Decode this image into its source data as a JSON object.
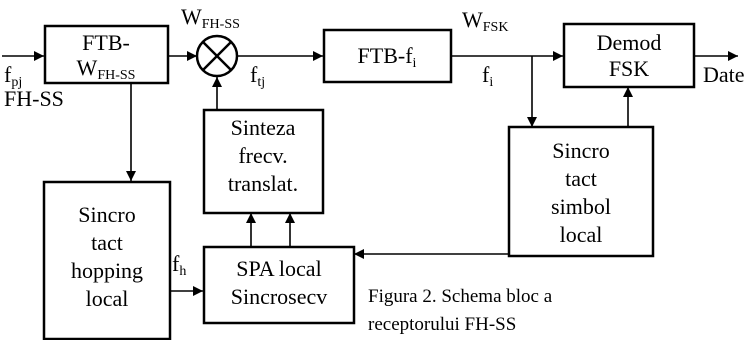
{
  "blocks": {
    "ftb_wfh": {
      "line1": "FTB-",
      "line2_main": "W",
      "line2_sub": "FH-SS"
    },
    "ftb_fi": {
      "main": "FTB-f",
      "sub": "i"
    },
    "demod": {
      "line1": "Demod",
      "line2": "FSK"
    },
    "sinteza": {
      "line1": "Sinteza",
      "line2": "frecv.",
      "line3": "translat."
    },
    "sincro_hopping": {
      "line1": "Sincro",
      "line2": "tact",
      "line3": "hopping",
      "line4": "local"
    },
    "spa": {
      "line1": "SPA local",
      "line2": "Sincrosecv"
    },
    "sincro_simbol": {
      "line1": "Sincro",
      "line2": "tact",
      "line3": "simbol",
      "line4": "local"
    }
  },
  "signals": {
    "fpj": {
      "main": "f",
      "sub": "pj"
    },
    "fh_ss": "FH-SS",
    "w_fhss_mixer": {
      "main": "W",
      "sub": "FH-SS"
    },
    "ftj": {
      "main": "f",
      "sub": "tj"
    },
    "w_fsk": {
      "main": "W",
      "sub": "FSK"
    },
    "fi": {
      "main": "f",
      "sub": "i"
    },
    "fh": {
      "main": "f",
      "sub": "h"
    },
    "date": "Date"
  },
  "caption": {
    "line1": "Figura  2. Schema bloc a",
    "line2": "receptorului  FH-SS"
  }
}
